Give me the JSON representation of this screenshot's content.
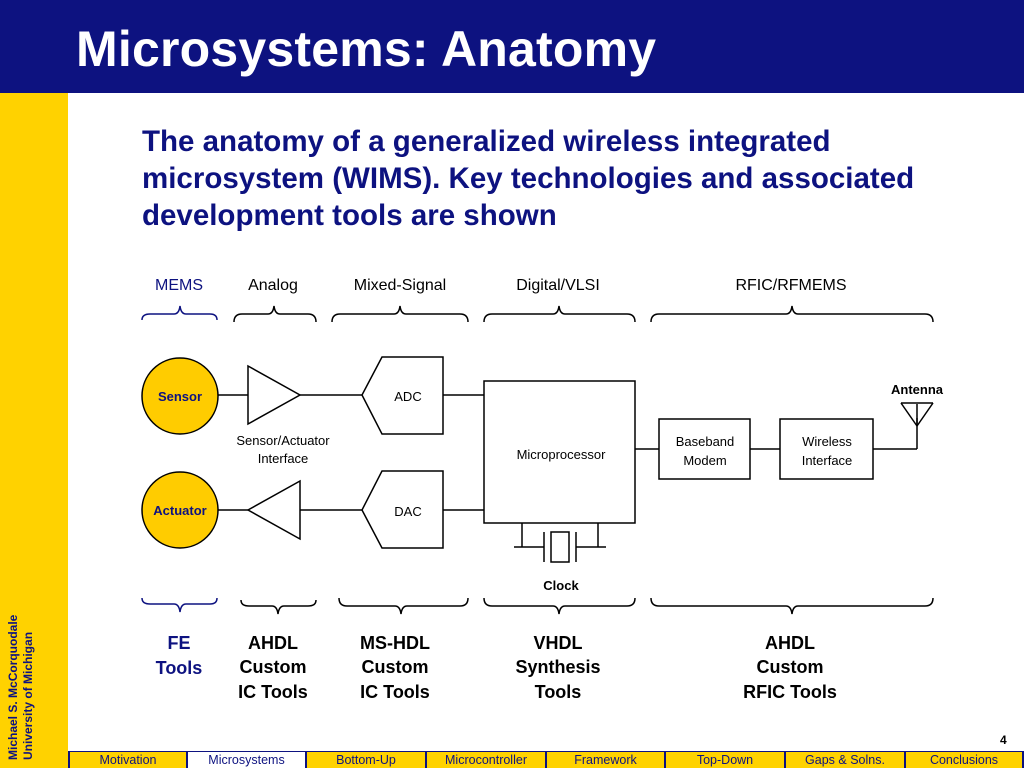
{
  "slide": {
    "title": "Microsystems: Anatomy",
    "intro": "The anatomy of a generalized wireless integrated microsystem (WIMS). Key technologies and associated development tools are shown",
    "author": "Michael S. McCorquodale",
    "affiliation": "University of Michigan",
    "page_number": "4"
  },
  "colors": {
    "brand_blue": "#0d1280",
    "brand_maize": "#ffd200",
    "sensor_fill": "#ffcc00"
  },
  "diagram": {
    "categories": [
      "MEMS",
      "Analog",
      "Mixed-Signal",
      "Digital/VLSI",
      "RFIC/RFMEMS"
    ],
    "nodes": {
      "sensor": "Sensor",
      "actuator": "Actuator",
      "interface_line1": "Sensor/Actuator",
      "interface_line2": "Interface",
      "adc": "ADC",
      "dac": "DAC",
      "microprocessor": "Microprocessor",
      "clock": "Clock",
      "baseband_line1": "Baseband",
      "baseband_line2": "Modem",
      "wireless_line1": "Wireless",
      "wireless_line2": "Interface",
      "antenna": "Antenna"
    },
    "tools": [
      {
        "lines": [
          "FE",
          "Tools"
        ]
      },
      {
        "lines": [
          "AHDL",
          "Custom",
          "IC Tools"
        ]
      },
      {
        "lines": [
          "MS-HDL",
          "Custom",
          "IC Tools"
        ]
      },
      {
        "lines": [
          "VHDL",
          "Synthesis",
          "Tools"
        ]
      },
      {
        "lines": [
          "AHDL",
          "Custom",
          "RFIC Tools"
        ]
      }
    ]
  },
  "nav": {
    "tabs": [
      "Motivation",
      "Microsystems",
      "Bottom-Up",
      "Microcontroller",
      "Framework",
      "Top-Down",
      "Gaps & Solns.",
      "Conclusions"
    ],
    "active_index": 1
  }
}
